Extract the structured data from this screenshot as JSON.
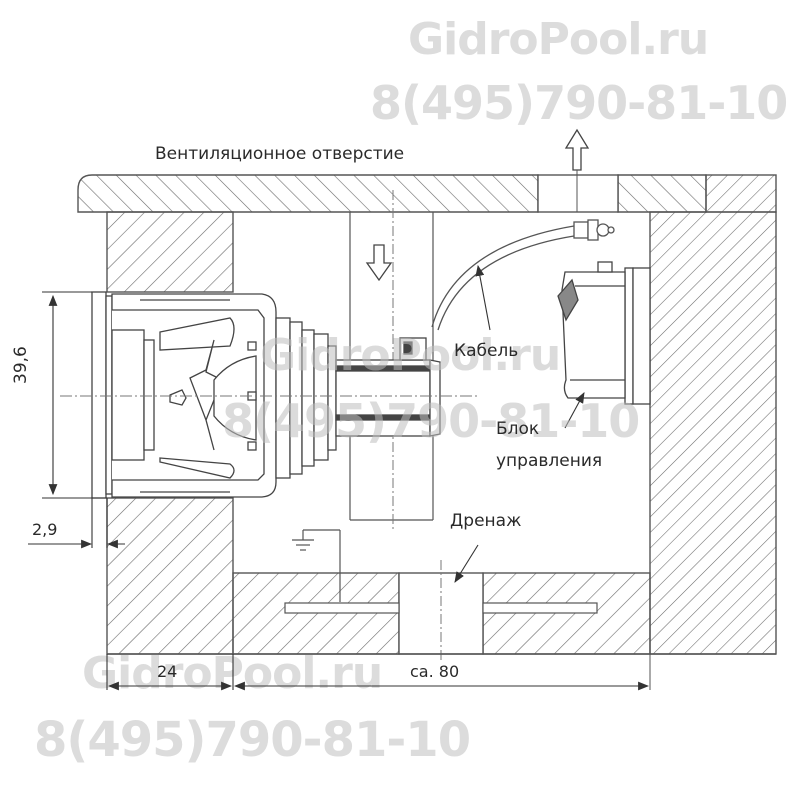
{
  "watermarks": {
    "top_site": "GidroPool.ru",
    "top_phone": "8(495)790-81-10",
    "middle_site": "GidroPool.ru",
    "middle_phone": "8(495)790-81-10",
    "bottom_site": "GidroPool.ru",
    "bottom_phone": "8(495)790-81-10"
  },
  "labels": {
    "vent_opening": "Вентиляционное отверстие",
    "cable": "Кабель",
    "control_unit_line1": "Блок",
    "control_unit_line2": "управления",
    "drainage": "Дренаж"
  },
  "dimensions": {
    "height_opening": "39,6",
    "flange_thickness": "2,9",
    "wall_thickness": "24",
    "chamber_width": "ca. 80"
  },
  "symbols": {
    "airflow_up_arrow": "arrow-up-outline",
    "airflow_down_arrow": "arrow-down-outline",
    "ground": "ground-symbol"
  },
  "colors": {
    "line": "#555555",
    "hatch": "#6a6a6a",
    "text": "#2a2a2a",
    "watermark": "#dcdcdc",
    "background": "#ffffff"
  }
}
